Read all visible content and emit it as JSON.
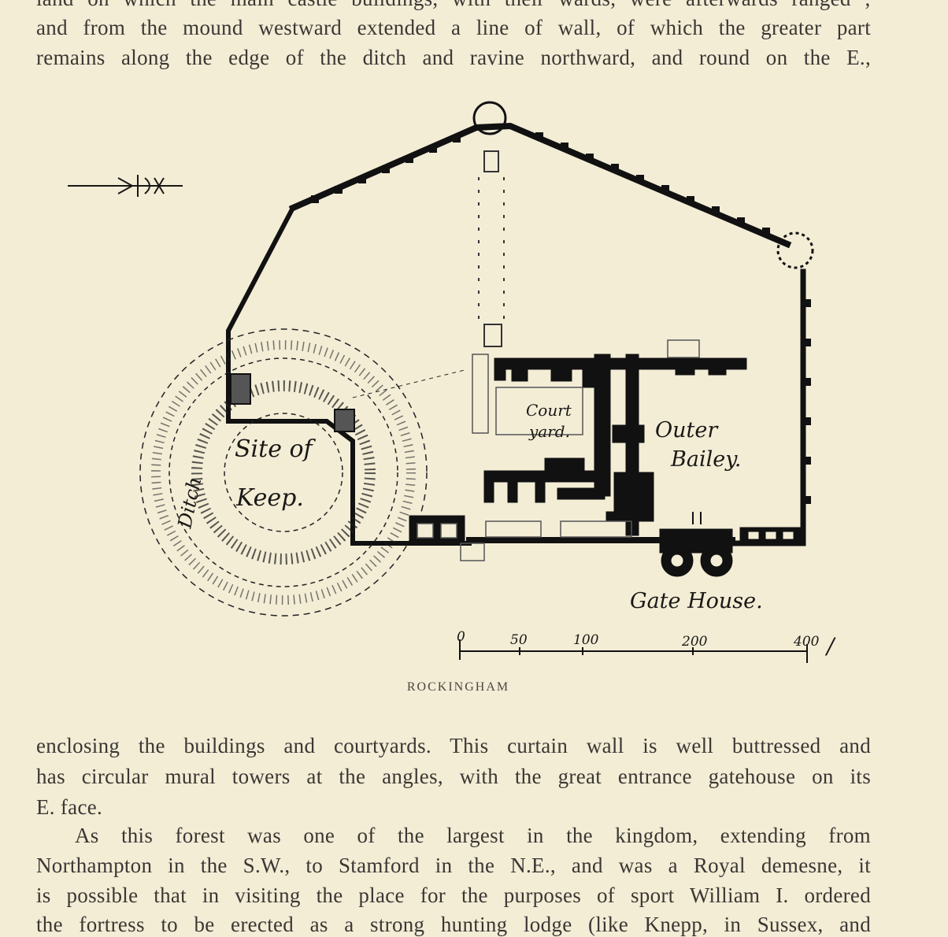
{
  "top_text": [
    "land on which the main castle buildings, with their wards, were afterwards ranged ;",
    "and from the mound westward extended a line of wall, of which the greater part",
    "remains along the edge of the ditch and ravine northward, and round on the E.,"
  ],
  "plan": {
    "labels": {
      "site_line1": "Site of",
      "site_line2": "Keep.",
      "ditch": "Ditch",
      "court_line1": "Court",
      "court_line2": "yard.",
      "outer_line1": "Outer",
      "outer_line2": "Bailey.",
      "gatehouse": "Gate House."
    },
    "scale": {
      "ticks": [
        "0",
        "50",
        "100",
        "200",
        "400"
      ],
      "unit_mark": "/"
    }
  },
  "caption": "ROCKINGHAM",
  "bottom_text": [
    "enclosing the buildings and courtyards.  This curtain wall is well buttressed and",
    "has circular mural towers at the angles, with the great entrance gatehouse on its",
    "E. face.",
    "As this forest was one of the largest in the kingdom, extending from",
    "Northampton in the S.W., to Stamford in the N.E., and was a Royal demesne, it",
    "is possible that in visiting the place for the purposes of sport William I. ordered",
    "the fortress to be erected as a strong hunting lodge (like Knepp, in Sussex, and"
  ]
}
